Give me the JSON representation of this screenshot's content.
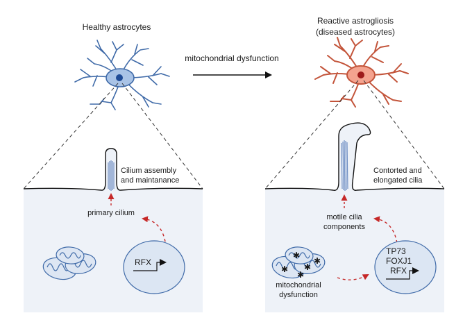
{
  "left_panel": {
    "title": "Healthy astrocytes",
    "cilium_label_line1": "Cilium assembly",
    "cilium_label_line2": "and maintanance",
    "arrow_label": "primary cilium",
    "nucleus_genes": [
      "RFX"
    ]
  },
  "center": {
    "arrow_label": "mitochondrial dysfunction"
  },
  "right_panel": {
    "title_line1": "Reactive astrogliosis",
    "title_line2": "(diseased astrocytes)",
    "cilium_label_line1": "Contorted and",
    "cilium_label_line2": "elongated cilia",
    "arrow_label_line1": "motile cilia",
    "arrow_label_line2": "components",
    "mito_label_line1": "mitochondrial",
    "mito_label_line2": "dysfunction",
    "nucleus_genes": [
      "TP73",
      "FOXJ1",
      "RFX"
    ]
  },
  "colors": {
    "healthy_cell": "#a9c3e6",
    "healthy_outline": "#3f6aa8",
    "healthy_nucleus": "#1f4b96",
    "reactive_cell": "#f4a38f",
    "reactive_outline": "#c3543a",
    "reactive_nucleus": "#9e1a1a",
    "cytoplasm": "#eef2f8",
    "nucleus_fill": "#dce6f3",
    "mito_fill": "#dde6f3",
    "dashed_arrow": "#c62828",
    "damage_star": "#d32f2f"
  }
}
